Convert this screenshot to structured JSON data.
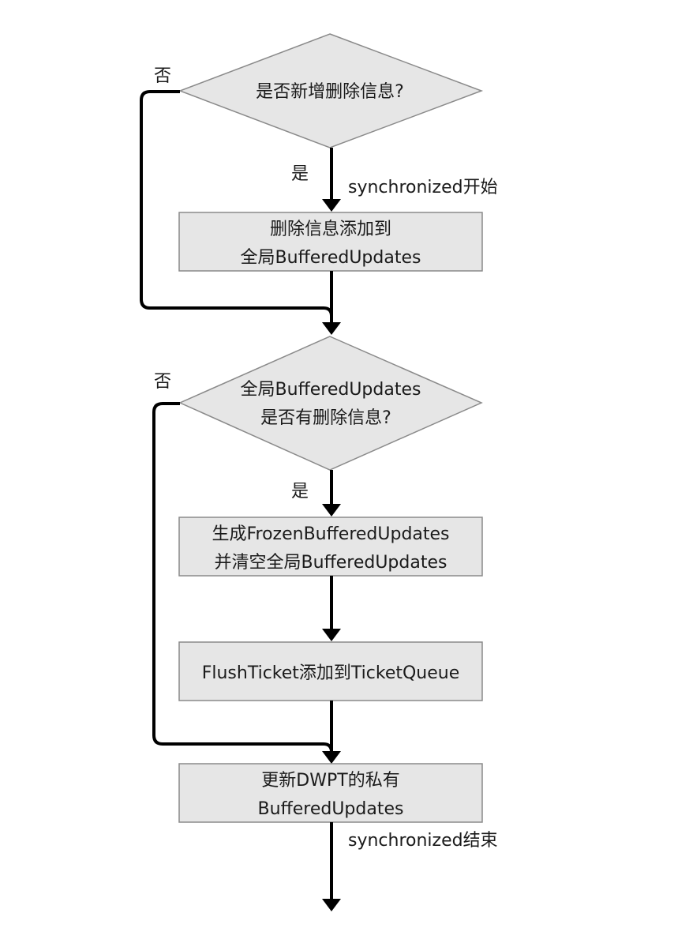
{
  "decisions": {
    "first": {
      "text": "是否新增删除信息?",
      "yes_label": "是",
      "no_label": "否"
    },
    "second": {
      "line1": "全局BufferedUpdates",
      "line2": "是否有删除信息?",
      "yes_label": "是",
      "no_label": "否"
    }
  },
  "steps": {
    "add_delete": {
      "line1": "删除信息添加到",
      "line2": "全局BufferedUpdates"
    },
    "generate_frozen": {
      "line1": "生成FrozenBufferedUpdates",
      "line2": "并清空全局BufferedUpdates"
    },
    "flush_ticket": {
      "line1": "FlushTicket添加到TicketQueue"
    },
    "update_private": {
      "line1": "更新DWPT的私有",
      "line2": "BufferedUpdates"
    }
  },
  "annotations": {
    "sync_start": "synchronized开始",
    "sync_end": "synchronized结束"
  },
  "colors": {
    "shape_fill": "#e6e6e6",
    "shape_stroke": "#8a8a8a",
    "line": "#000000"
  }
}
